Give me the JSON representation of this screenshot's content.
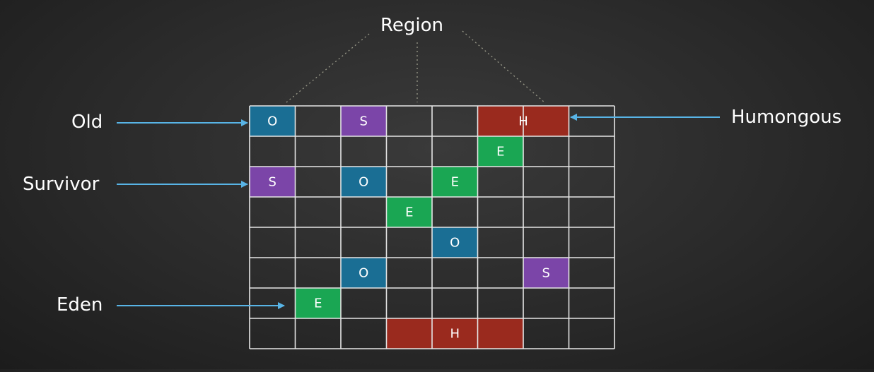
{
  "labels": {
    "region": "Region",
    "old": "Old",
    "survivor": "Survivor",
    "eden": "Eden",
    "humongous": "Humongous"
  },
  "grid": {
    "columns": 8,
    "rows": 8,
    "line_color": "#e6e6e6"
  },
  "colors": {
    "O": "#1a6e94",
    "S": "#7b45a8",
    "E": "#1aa653",
    "H": "#9a2a1e",
    "arrow": "#58b4e6",
    "dotted": "#9a9a8a"
  },
  "cells": [
    {
      "type": "O",
      "row": 0,
      "col": 0,
      "span": 1,
      "text": "O"
    },
    {
      "type": "S",
      "row": 0,
      "col": 2,
      "span": 1,
      "text": "S"
    },
    {
      "type": "H",
      "row": 0,
      "col": 5,
      "span": 2,
      "text": "H"
    },
    {
      "type": "E",
      "row": 1,
      "col": 5,
      "span": 1,
      "text": "E"
    },
    {
      "type": "S",
      "row": 2,
      "col": 0,
      "span": 1,
      "text": "S"
    },
    {
      "type": "O",
      "row": 2,
      "col": 2,
      "span": 1,
      "text": "O"
    },
    {
      "type": "E",
      "row": 2,
      "col": 4,
      "span": 1,
      "text": "E"
    },
    {
      "type": "E",
      "row": 3,
      "col": 3,
      "span": 1,
      "text": "E"
    },
    {
      "type": "O",
      "row": 4,
      "col": 4,
      "span": 1,
      "text": "O"
    },
    {
      "type": "O",
      "row": 5,
      "col": 2,
      "span": 1,
      "text": "O"
    },
    {
      "type": "S",
      "row": 5,
      "col": 6,
      "span": 1,
      "text": "S"
    },
    {
      "type": "E",
      "row": 6,
      "col": 1,
      "span": 1,
      "text": "E"
    },
    {
      "type": "H",
      "row": 7,
      "col": 3,
      "span": 3,
      "text": "H"
    }
  ]
}
